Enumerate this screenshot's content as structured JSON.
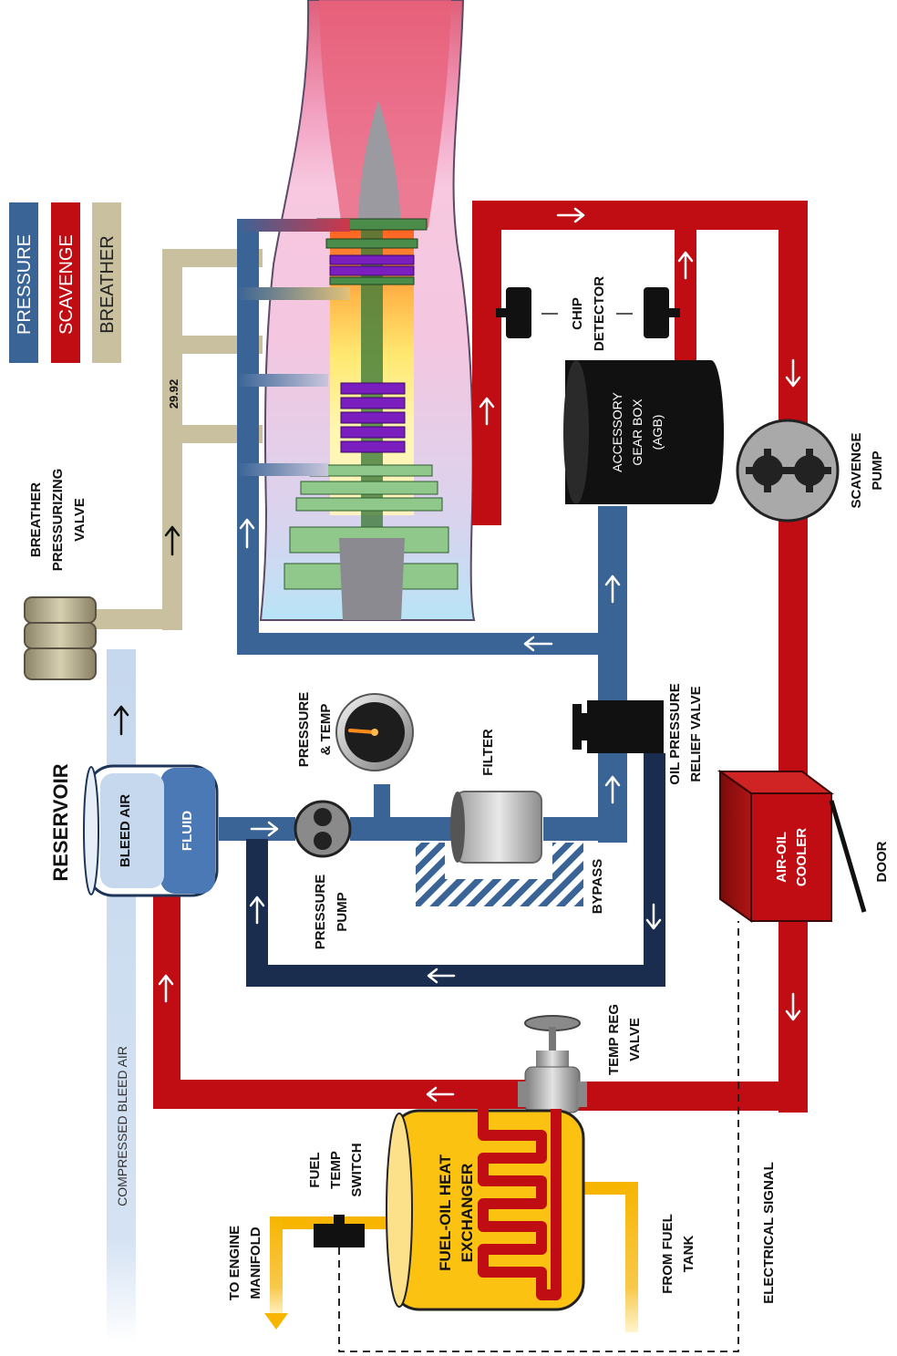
{
  "legend": {
    "pressure": "PRESSURE",
    "scavenge": "SCAVENGE",
    "breather": "BREATHER"
  },
  "colors": {
    "pressure": "#3a6496",
    "pressure_dark": "#1a2d4f",
    "scavenge": "#c00d14",
    "breather": "#c9c0a0",
    "bleed_air": "#c6d8ee",
    "fuel": "#f7b500",
    "fluid": "#4a79b5"
  },
  "labels": {
    "breather_valve_1": "BREATHER",
    "breather_valve_2": "PRESSURIZING",
    "breather_valve_3": "VALVE",
    "breather_reading": "29.92",
    "reservoir": "RESERVOIR",
    "bleed_air": "BLEED AIR",
    "fluid": "FLUID",
    "compressed_bleed_air": "COMPRESSED BLEED AIR",
    "pressure_pump_1": "PRESSURE",
    "pressure_pump_2": "PUMP",
    "pressure_temp_1": "PRESSURE",
    "pressure_temp_2": "& TEMP",
    "filter": "FILTER",
    "bypass": "BYPASS",
    "oil_relief_1": "OIL PRESSURE",
    "oil_relief_2": "RELIEF VALVE",
    "agb_1": "ACCESSORY",
    "agb_2": "GEAR BOX",
    "agb_3": "(AGB)",
    "chip_1": "CHIP",
    "chip_2": "DETECTOR",
    "scavenge_pump_1": "SCAVENGE",
    "scavenge_pump_2": "PUMP",
    "air_oil_1": "AIR-OIL",
    "air_oil_2": "COOLER",
    "door": "DOOR",
    "temp_reg_1": "TEMP REG",
    "temp_reg_2": "VALVE",
    "fuel_oil_1": "FUEL-OIL HEAT",
    "fuel_oil_2": "EXCHANGER",
    "fuel_temp_1": "FUEL",
    "fuel_temp_2": "TEMP",
    "fuel_temp_3": "SWITCH",
    "to_engine_1": "TO ENGINE",
    "to_engine_2": "MANIFOLD",
    "from_fuel_1": "FROM FUEL",
    "from_fuel_2": "TANK",
    "electrical_signal": "ELECTRICAL SIGNAL"
  }
}
